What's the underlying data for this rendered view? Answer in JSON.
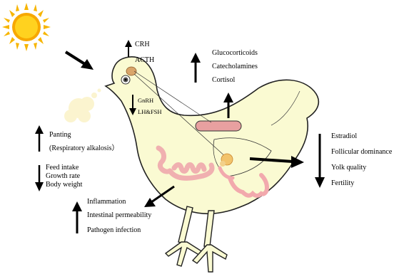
{
  "hypothalamus": {
    "up": "CRH",
    "acth": "ACTH"
  },
  "pituitary": {
    "gnrh": "GnRH",
    "lhfsh": "LH&FSH"
  },
  "adrenal": {
    "items": [
      "Glucocorticoids",
      "Catecholamines",
      "Cortisol"
    ]
  },
  "respiration": {
    "panting": "Panting",
    "alkalosis": "(Respiratory alkalosis）"
  },
  "growth": {
    "items": [
      "Feed intake",
      "Growth rate",
      "Body weight"
    ]
  },
  "gut": {
    "items": [
      "Inflammation",
      "Intestinal permeability",
      "Pathogen infection"
    ]
  },
  "reproduction": {
    "items": [
      "Estradiol",
      "Follicular dominance",
      "Yolk quality",
      "Fertility"
    ]
  },
  "colors": {
    "body": "#fafad2",
    "outline": "#222222",
    "sun_outer": "#f7b500",
    "sun_inner": "#ffd200",
    "gut": "#f4b8b8",
    "adrenal": "#e8a0a0",
    "yolk": "#f2c36b"
  }
}
